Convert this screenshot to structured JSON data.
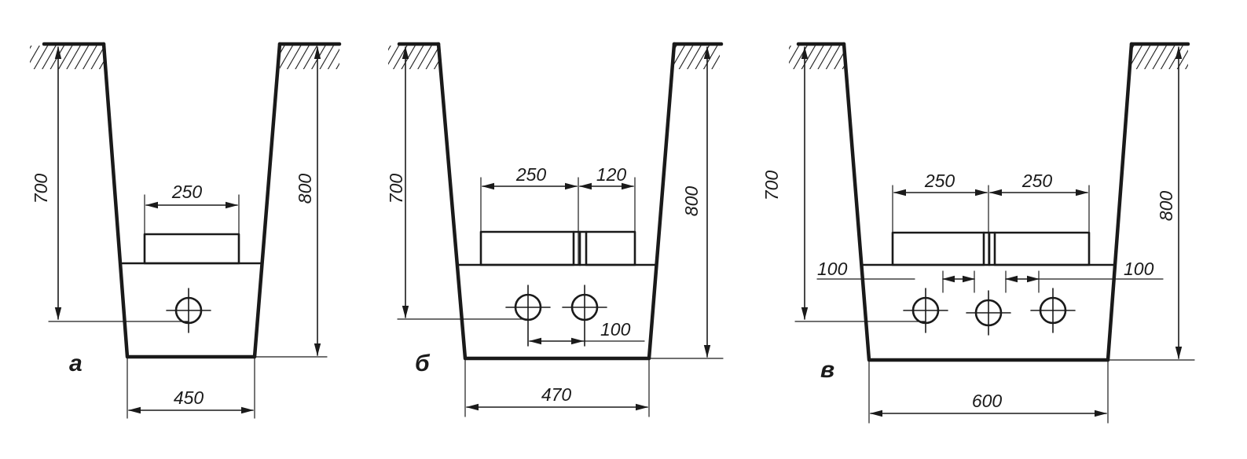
{
  "diagrams": [
    {
      "label": "а",
      "dims": {
        "depth_outer": "700",
        "depth_inner": "800",
        "block_width": "250",
        "bottom_width": "450"
      }
    },
    {
      "label": "б",
      "dims": {
        "depth_outer": "700",
        "depth_inner": "800",
        "block_width_1": "250",
        "block_width_2": "120",
        "pipe_spacing": "100",
        "bottom_width": "470"
      }
    },
    {
      "label": "в",
      "dims": {
        "depth_outer": "700",
        "depth_inner": "800",
        "block_width_1": "250",
        "block_width_2": "250",
        "offset_left": "100",
        "offset_right": "100",
        "bottom_width": "600"
      }
    }
  ],
  "colors": {
    "ink": "#1a1a1a",
    "background": "#ffffff"
  }
}
